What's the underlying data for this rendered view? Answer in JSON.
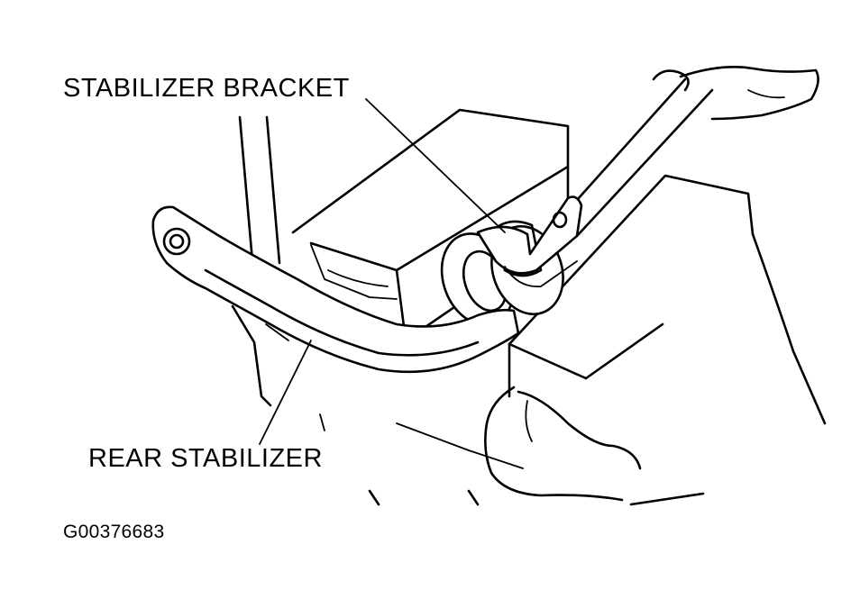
{
  "labels": {
    "bracket": "STABILIZER BRACKET",
    "rear_stabilizer": "REAR STABILIZER",
    "figure_code": "G00376683"
  },
  "colors": {
    "ink": "#000000",
    "background": "#ffffff"
  }
}
